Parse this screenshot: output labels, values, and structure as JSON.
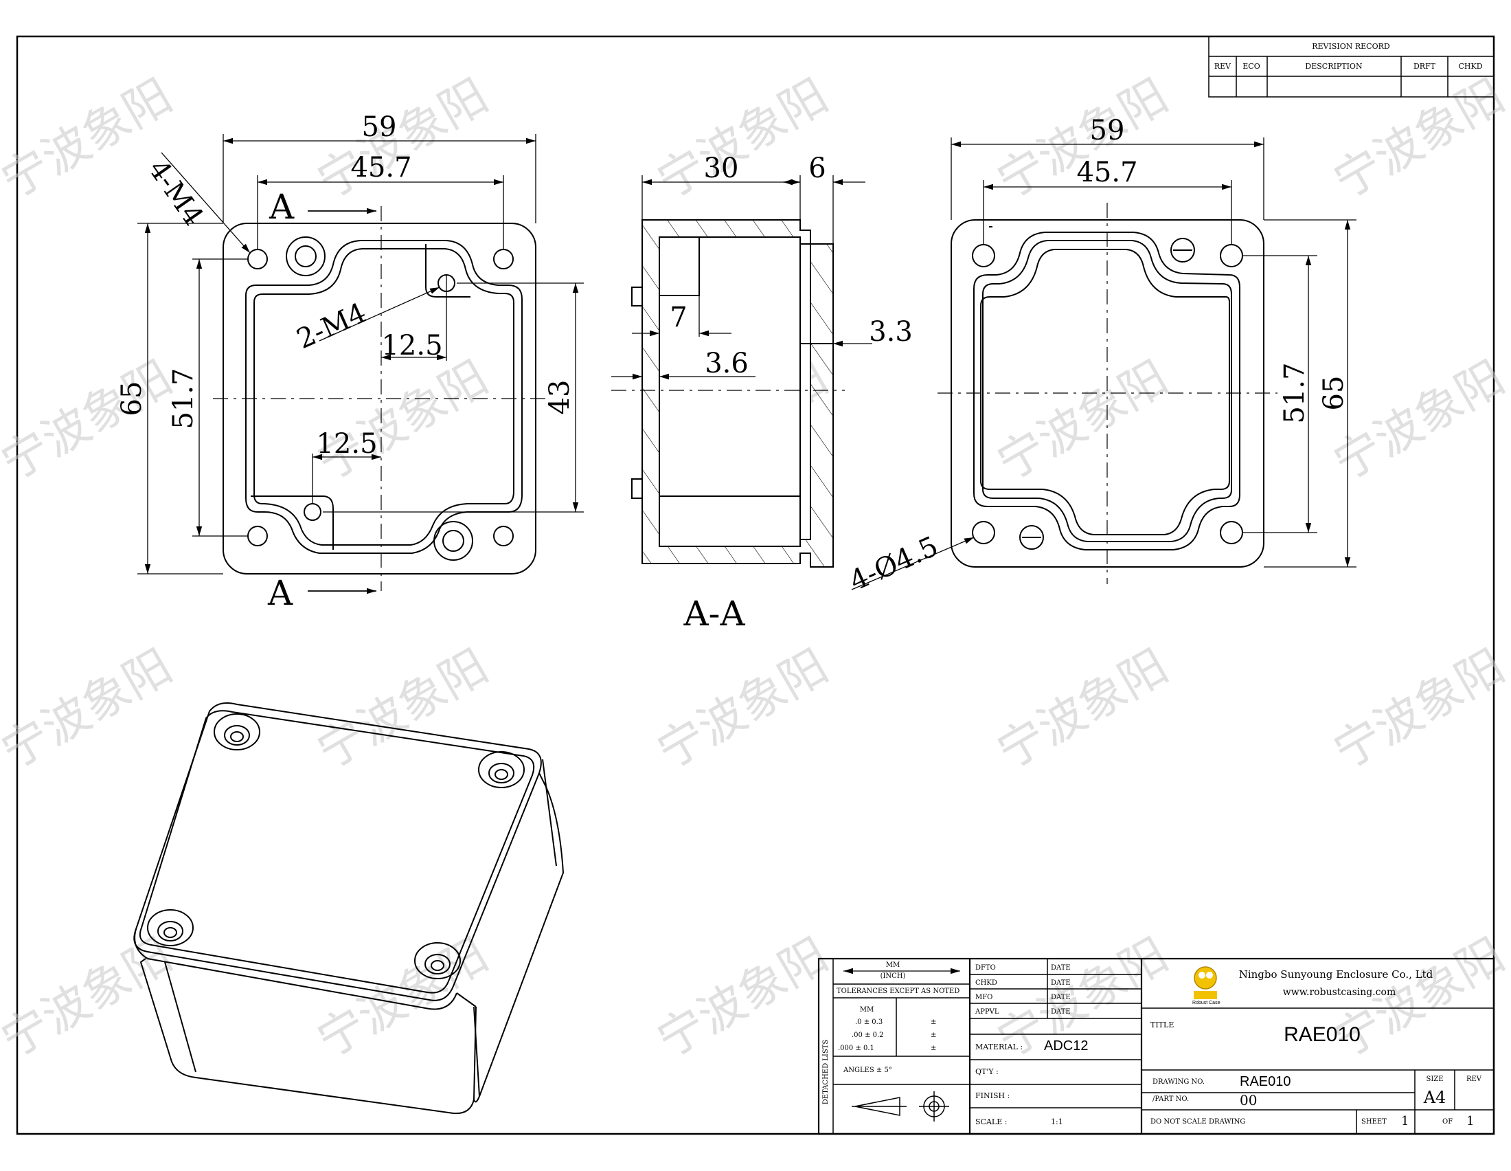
{
  "revision_record": {
    "title": "REVISION RECORD",
    "columns": [
      "REV",
      "ECO",
      "DESCRIPTION",
      "DRFT",
      "CHKD"
    ]
  },
  "views": {
    "front": {
      "width": "59",
      "hole_pitch_x": "45.7",
      "height": "65",
      "hole_pitch_y": "51.7",
      "inner_height": "43",
      "offset_top": "12.5",
      "offset_bottom": "12.5",
      "corner_holes": "4-M4",
      "inner_holes": "2-M4",
      "section_mark": "A"
    },
    "section": {
      "label": "A-A",
      "depth": "30",
      "lid": "6",
      "wall_side": "3.3",
      "wall_bottom": "3.6",
      "step": "7"
    },
    "back": {
      "width": "59",
      "hole_pitch_x": "45.7",
      "height": "65",
      "hole_pitch_y": "51.7",
      "holes": "4-Ø4.5"
    }
  },
  "watermark": "宁波象阳",
  "title_block": {
    "unit_mm": "MM",
    "unit_inch": "(INCH)",
    "tolerances_heading": "TOLERANCES EXCEPT AS NOTED",
    "detached_lists": "DETACHED LISTS",
    "tol_unit": "MM",
    "tolerances": [
      ".0 ± 0.3",
      ".00 ± 0.2",
      ".000 ± 0.1"
    ],
    "tol_plusminus": "±",
    "angles": "ANGLES  ±  5°",
    "sign_rows": [
      {
        "label": "DFTO",
        "date": "DATE"
      },
      {
        "label": "CHKD",
        "date": "DATE"
      },
      {
        "label": "MFO",
        "date": "DATE"
      },
      {
        "label": "APPVL",
        "date": "DATE"
      }
    ],
    "material_label": "MATERIAL :",
    "material": "ADC12",
    "qty_label": "QT'Y :",
    "finish_label": "FINISH :",
    "scale_label": "SCALE :",
    "scale": "1:1",
    "company": "Ningbo Sunyoung Enclosure Co., Ltd",
    "website": "www.robustcasing.com",
    "logo_text": "Robust Case",
    "title_label": "TITLE",
    "title": "RAE010",
    "drawing_no_label": "DRAWING NO.",
    "drawing_no": "RAE010",
    "part_no_label": "/PART  NO.",
    "part_no": "00",
    "size_label": "SIZE",
    "size": "A4",
    "rev_label": "REV",
    "note": "DO NOT SCALE DRAWING",
    "sheet_label": "SHEET",
    "sheet": "1",
    "of_label": "OF",
    "of": "1"
  }
}
